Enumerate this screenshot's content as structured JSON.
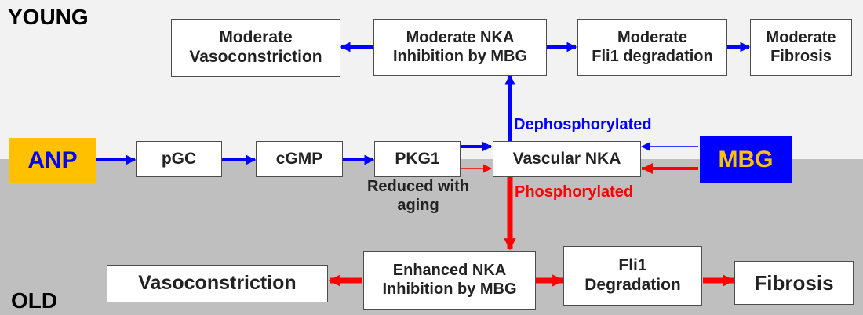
{
  "regions": {
    "young_label": "YOUNG",
    "old_label": "OLD",
    "young_color": "#f2f2f2",
    "old_color": "#bfbfbf"
  },
  "colors": {
    "blue": "#0000ff",
    "red": "#ff0000",
    "anp_fill": "#ffc000",
    "mbg_fill": "#0000ff",
    "mbg_text": "#ffc000",
    "anp_text": "#0000ff"
  },
  "nodes": {
    "moderate_vasoconstriction": "Moderate\nVasoconstriction",
    "moderate_nka_inhibition": "Moderate NKA\nInhibition by MBG",
    "moderate_fli1_degradation": "Moderate\nFli1 degradation",
    "moderate_fibrosis": "Moderate\nFibrosis",
    "anp": "ANP",
    "pgc": "pGC",
    "cgmp": "cGMP",
    "pkg1": "PKG1",
    "vascular_nka": "Vascular NKA",
    "mbg": "MBG",
    "vasoconstriction": "Vasoconstriction",
    "enhanced_nka_inhibition": "Enhanced NKA\nInhibition by MBG",
    "fli1_degradation": "Fli1\nDegradation",
    "fibrosis": "Fibrosis"
  },
  "labels": {
    "dephosphorylated": "Dephosphorylated",
    "phosphorylated": "Phosphorylated",
    "reduced_with_aging": "Reduced with\naging"
  }
}
